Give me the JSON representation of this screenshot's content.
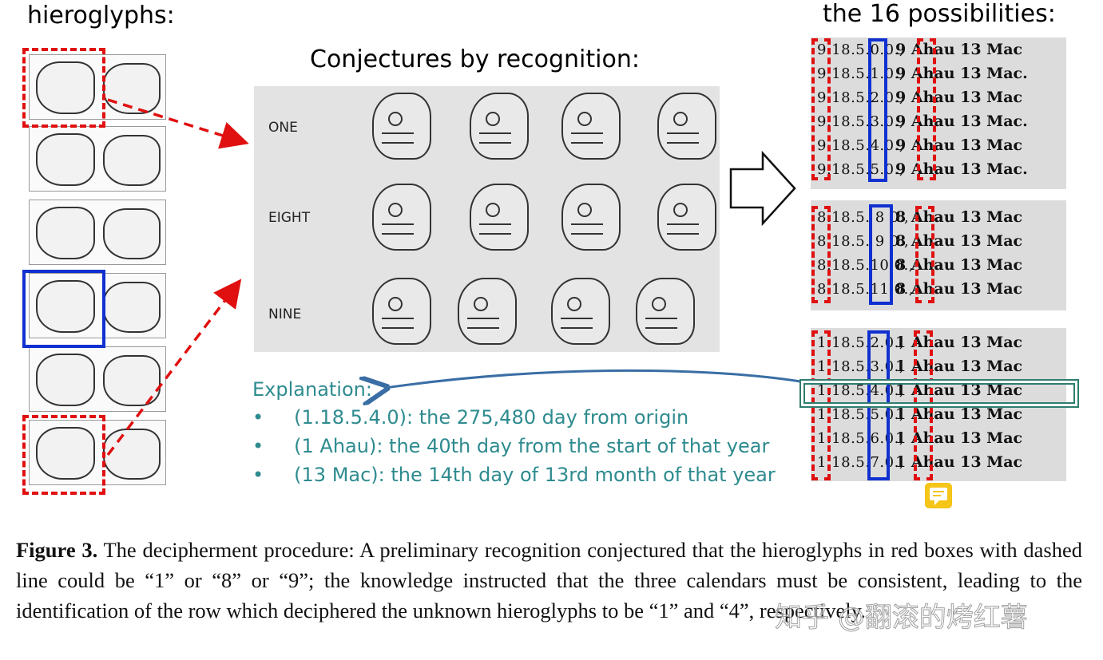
{
  "headings": {
    "hieroglyphs": "hieroglyphs:",
    "conjectures": "Conjectures by recognition:",
    "possibilities": "the 16 possibilities:"
  },
  "conjecture_labels": [
    "ONE",
    "EIGHT",
    "NINE"
  ],
  "possibilities": {
    "group1": [
      {
        "date": "9.18.5.0.0.,",
        "ahau": "9 Ahau 13 Mac"
      },
      {
        "date": "9.18.5.1.0.,",
        "ahau": "9 Ahau 13 Mac."
      },
      {
        "date": "9.18.5.2.0.,",
        "ahau": "9 Ahau 13 Mac"
      },
      {
        "date": "9.18.5.3.0.,",
        "ahau": "9 Ahau 13 Mac."
      },
      {
        "date": "9.18.5.4.0.,",
        "ahau": "9 Ahau 13 Mac"
      },
      {
        "date": "9.18.5.5.0.,",
        "ahau": "9 Ahau 13 Mac."
      }
    ],
    "group2": [
      {
        "date": "8.18.5. 8 0.,",
        "ahau": "8 Ahau 13 Mac"
      },
      {
        "date": "8.18.5. 9 0.,",
        "ahau": "8 Ahau 13 Mac"
      },
      {
        "date": "8.18.5.10 0.,",
        "ahau": "8 Ahau 13 Mac"
      },
      {
        "date": "8.18.5.11 0.,",
        "ahau": "8 Ahau 13 Mac"
      }
    ],
    "group3": [
      {
        "date": "1.18.5.2.0.,",
        "ahau": "1 Ahau 13 Mac"
      },
      {
        "date": "1.18.5.3.0.,",
        "ahau": "1 Ahau 13 Mac"
      },
      {
        "date": "1.18.5.4.0.,",
        "ahau": "1 Ahau 13 Mac"
      },
      {
        "date": "1.18.5.5.0.,",
        "ahau": "1 Ahau 13 Mac"
      },
      {
        "date": "1.18.5.6.0.,",
        "ahau": "1 Ahau 13 Mac"
      },
      {
        "date": "1.18.5.7.0.,",
        "ahau": "1 Ahau 13 Mac"
      }
    ]
  },
  "explanation": {
    "title": "Explanation:",
    "bullets": [
      "(1.18.5.4.0): the 275,480 day from origin",
      "(1 Ahau): the 40th day from the start of that year",
      "(13 Mac): the 14th day of 13rd month of that year"
    ]
  },
  "caption": {
    "label": "Figure 3.",
    "text": "The decipherment procedure: A preliminary recognition conjectured that the hieroglyphs in red boxes with dashed line could be “1” or “8” or “9”; the knowledge instructed that the three calendars must be consistent, leading to the identification of the row which deciphered the unknown hieroglyphs to be “1” and “4”, respectively."
  },
  "watermark": "知乎 @翻滚的烤红薯",
  "colors": {
    "red_dash": "#e01010",
    "blue_box": "#1030d0",
    "teal_text": "#2e8b8f",
    "highlight_box": "#2e7d6f",
    "arrow_blue": "#3a6ea5"
  },
  "icons": {
    "note": "comment-note-icon",
    "hollow_arrow": "hollow-right-arrow-icon"
  }
}
